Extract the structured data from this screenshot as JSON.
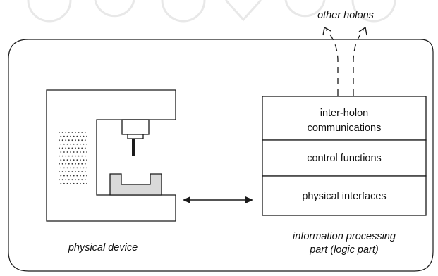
{
  "diagram": {
    "top_label": "other holons",
    "stack_blocks": [
      {
        "id": "comms",
        "lines": [
          "inter-holon",
          "communications"
        ]
      },
      {
        "id": "control",
        "lines": [
          "control functions"
        ]
      },
      {
        "id": "phys",
        "lines": [
          "physical interfaces"
        ]
      }
    ],
    "left_caption": "physical device",
    "right_caption": [
      "information processing",
      "part (logic part)"
    ],
    "colors": {
      "line": "#1a1a1a",
      "workpiece_fill": "#d9d9d9",
      "watermark": "#e8e8e8",
      "background": "#ffffff"
    }
  }
}
